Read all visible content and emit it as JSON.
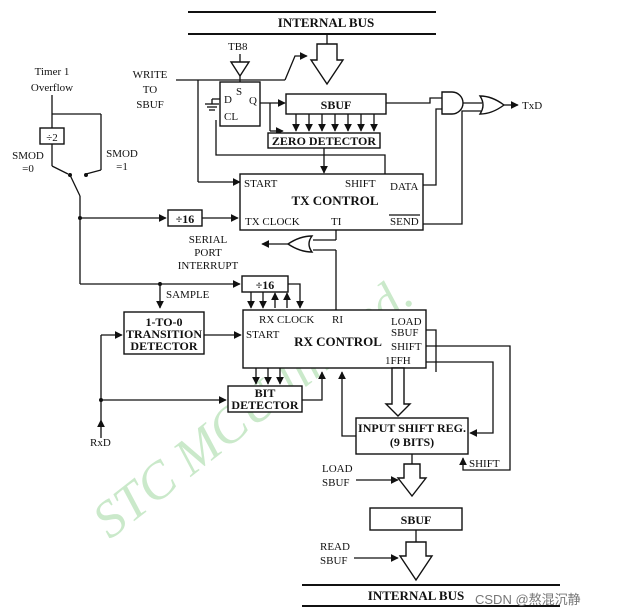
{
  "top_bus": "INTERNAL BUS",
  "bottom_bus": "INTERNAL BUS",
  "tb8": "TB8",
  "timer_line1": "Timer 1",
  "timer_line2": "Overflow",
  "write_line1": "WRITE",
  "write_line2": "TO",
  "write_line3": "SBUF",
  "ff_d": "D",
  "ff_s": "S",
  "ff_q": "Q",
  "ff_cl": "CL",
  "sbuf_tx": "SBUF",
  "zero_detector": "ZERO DETECTOR",
  "div2": "÷2",
  "smod0_line1": "SMOD",
  "smod0_line2": "=0",
  "smod1_line1": "SMOD",
  "smod1_line2": "=1",
  "txd": "TxD",
  "tx_div16": "÷16",
  "tx_control": "TX CONTROL",
  "tx_start": "START",
  "tx_shift": "SHIFT",
  "tx_data": "DATA",
  "tx_clock": "TX CLOCK",
  "tx_ti": "TI",
  "tx_send": "SEND",
  "serial_line1": "SERIAL",
  "serial_line2": "PORT",
  "serial_line3": "INTERRUPT",
  "sample": "SAMPLE",
  "rx_div16": "÷16",
  "transition_line1": "1-TO-0",
  "transition_line2": "TRANSITION",
  "transition_line3": "DETECTOR",
  "rx_control": "RX CONTROL",
  "rx_clock": "RX CLOCK",
  "rx_ri": "RI",
  "rx_start": "START",
  "rx_load_line1": "LOAD",
  "rx_load_line2": "SBUF",
  "rx_shift": "SHIFT",
  "rx_1ffh": "1FFH",
  "bit_line1": "BIT",
  "bit_line2": "DETECTOR",
  "rxd": "RxD",
  "input_shift_line1": "INPUT SHIFT REG.",
  "input_shift_line2": "(9 BITS)",
  "shift_feedback": "SHIFT",
  "load_line1": "LOAD",
  "load_line2": "SBUF",
  "sbuf_rx": "SBUF",
  "read_line1": "READ",
  "read_line2": "SBUF",
  "watermark": "STC MCU limited.",
  "credit": "CSDN @熬混沉静"
}
